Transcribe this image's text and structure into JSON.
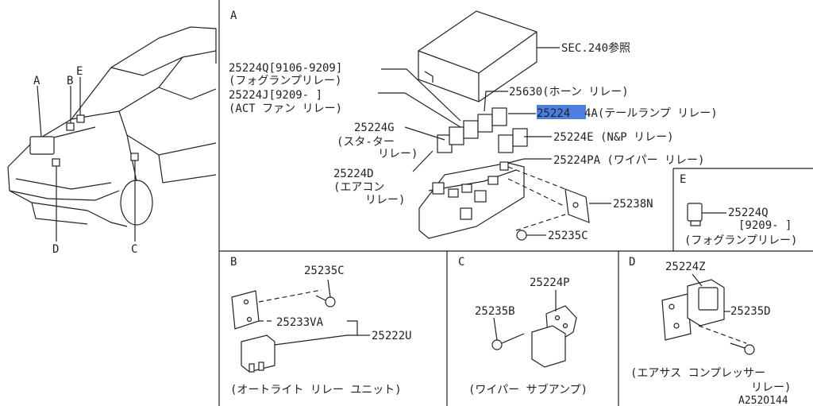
{
  "panels": {
    "A": "A",
    "B": "B",
    "C": "C",
    "D": "D",
    "E": "E"
  },
  "car_labels": {
    "A": "A",
    "B": "B",
    "C": "C",
    "D": "D",
    "E": "E"
  },
  "panel_a": {
    "sec_ref": "SEC.240参照",
    "l_25224q": "25224Q[9106-9209]",
    "l_fog": "(フォグランプリレー)",
    "l_25224j": "25224J[9209-     ]",
    "l_act": "(ACT ファン  リレー)",
    "l_25630": "25630(ホーン  リレー)",
    "l_25224a_hl": "25224",
    "l_25224a_rest": "4A(テールランプ  リレー)",
    "l_25224g": "25224G",
    "l_starter1": "(スタ-ター",
    "l_starter2": "リレー)",
    "l_25224e": "25224E (N&P リレー)",
    "l_25224pa": "25224PA (ワイパー   リレー)",
    "l_25224d": "25224D",
    "l_aircon1": "(エアコン",
    "l_aircon2": "リレー)",
    "l_25238n": "25238N",
    "l_25235c": "25235C"
  },
  "panel_e": {
    "l_25224q": "25224Q",
    "l_9209": "[9209-    ]",
    "l_fog": "(フォグランプリレー)"
  },
  "panel_b": {
    "l_25235c": "25235C",
    "l_25233va": "25233VA",
    "l_25222u": "25222U",
    "caption": "(オートライト  リレー  ユニット)"
  },
  "panel_c": {
    "l_25224p": "25224P",
    "l_25235b": "25235B",
    "caption": "(ワイパー  サブアンプ)"
  },
  "panel_d": {
    "l_25224z": "25224Z",
    "l_25235d": "25235D",
    "caption1": "(エアサス  コンプレッサー",
    "caption2": "リレー)",
    "code": "A252O144"
  }
}
